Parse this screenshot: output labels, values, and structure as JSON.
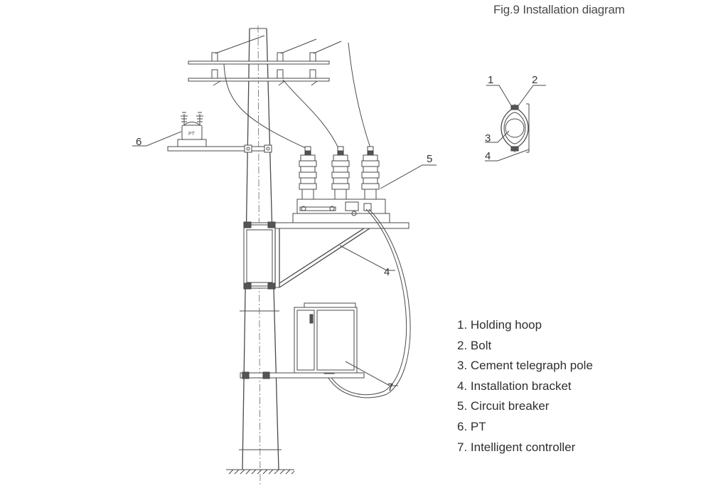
{
  "figure": {
    "title": "Fig.9 Installation diagram"
  },
  "callouts": {
    "one": "1",
    "two": "2",
    "three": "3",
    "four": "4",
    "five": "5",
    "six": "6",
    "seven": "7"
  },
  "legend": [
    "1. Holding hoop",
    "2. Bolt",
    "3. Cement telegraph pole",
    "4. Installation bracket",
    "5. Circuit breaker",
    "6. PT",
    "7. Intelligent controller"
  ]
}
